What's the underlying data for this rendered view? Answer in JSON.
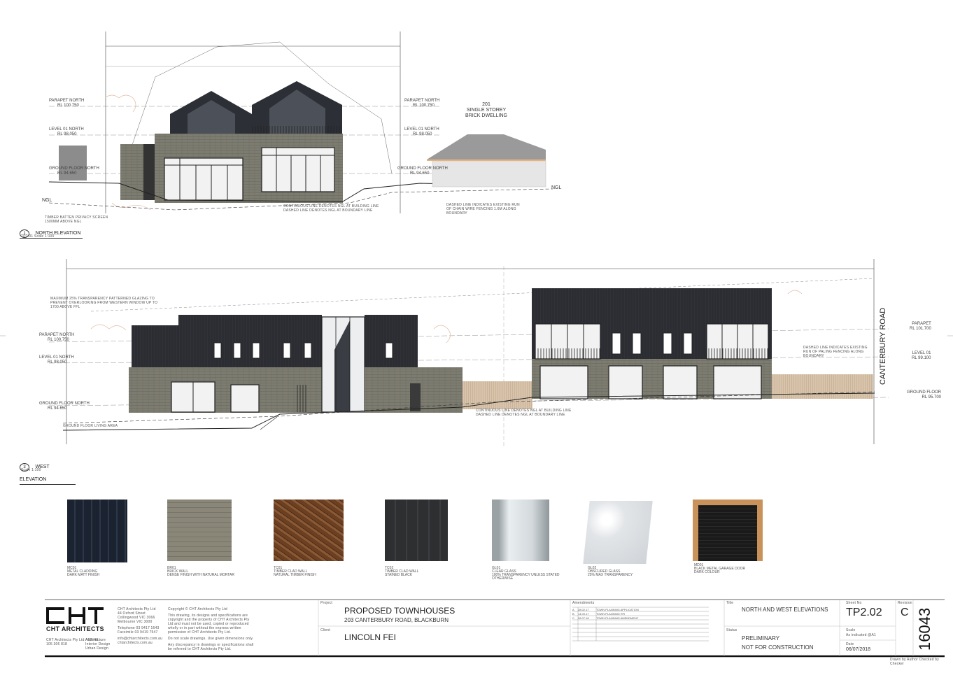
{
  "north_elevation": {
    "title": "NORTH ELEVATION",
    "number": "1",
    "scale": "TP2.01  Scale 1:100",
    "levels": [
      {
        "name": "PARAPET NORTH",
        "rl": "RL 100.750"
      },
      {
        "name": "LEVEL 01 NORTH",
        "rl": "RL 98.050"
      },
      {
        "name": "GROUND FLOOR NORTH",
        "rl": "RL 94.650"
      }
    ],
    "right_levels": [
      {
        "name": "PARAPET NORTH",
        "rl": "RL 100.750"
      },
      {
        "name": "LEVEL 01 NORTH",
        "rl": "RL 98.050"
      },
      {
        "name": "GROUND FLOOR NORTH",
        "rl": "RL 94.650"
      }
    ],
    "ngl": "NGL",
    "ngl_right": "NGL",
    "neighbour": {
      "number": "201",
      "line1": "SINGLE STOREY",
      "line2": "BRICK DWELLING"
    },
    "notes": [
      "CONTINUOUS LINE DENOTES NGL AT BUILDING LINE",
      "DASHED LINE DENOTES NGL AT BOUNDARY LINE"
    ],
    "notes_right": "DASHED LINE INDICATES EXISTING RUN OF CHAIN WIRE FENCING 1.6M ALONG BOUNDARY",
    "screen_note": "TIMBER BATTEN PRIVACY SCREEN 1500MM ABOVE NGL"
  },
  "west_elevation": {
    "title": "WEST ELEVATION",
    "number": "3",
    "scale": "Scale 1:100",
    "street": "CANTERBURY ROAD",
    "levels": [
      {
        "name": "PARAPET NORTH",
        "rl": "RL 100.750"
      },
      {
        "name": "LEVEL 01 NORTH",
        "rl": "RL 98.050"
      },
      {
        "name": "GROUND FLOOR NORTH",
        "rl": "RL 94.650"
      }
    ],
    "right_levels": [
      {
        "name": "PARAPET",
        "rl": "RL 101.700"
      },
      {
        "name": "LEVEL 01",
        "rl": "RL 99.100"
      },
      {
        "name": "GROUND FLOOR",
        "rl": "RL 95.700"
      }
    ],
    "notes_top": "MAXIMUM 25% TRANSPARENCY PATTERNED GLAZING TO PREVENT OVERLOOKING FROM WESTERN WINDOW UP TO 1700 ABOVE FFL",
    "ground_note": "GROUND FLOOR LIVING AREA",
    "notes": [
      "CONTINUOUS LINE DENOTES NGL AT BUILDING LINE",
      "DASHED LINE DENOTES NGL AT BOUNDARY LINE"
    ],
    "fence_note": "DASHED LINE INDICATES EXISTING RUN OF PALING FENCING ALONG BOUNDARY"
  },
  "materials": [
    {
      "code": "MC01",
      "line1": "METAL CLADDING",
      "line2": "DARK MATT FINISH",
      "color": "#1c2330"
    },
    {
      "code": "BR01",
      "line1": "BRICK WALL",
      "line2": "DENSE FINISH WITH NATURAL MORTAR",
      "color": "#8a8778"
    },
    {
      "code": "TC01",
      "line1": "TIMBER CLAD WALL",
      "line2": "NATURAL TIMBER FINISH",
      "color": "#6a3f22"
    },
    {
      "code": "TC02",
      "line1": "TIMBER CLAD WALL",
      "line2": "STAINED BLACK",
      "color": "#2e2f31"
    },
    {
      "code": "GL01",
      "line1": "CLEAR GLASS",
      "line2": "100% TRANSPARENCY UNLESS STATED OTHERWISE",
      "color": "#cfd5d8"
    },
    {
      "code": "GL02",
      "line1": "OBSCURED GLASS",
      "line2": "25% MAX TRANSPARENCY",
      "color": "#e2e5e8"
    },
    {
      "code": "MD01",
      "line1": "BLACK METAL GARAGE DOOR",
      "line2": "DARK COLOUR",
      "color": "#1a1a1a"
    }
  ],
  "title_block": {
    "firm": "CHT ARCHITECTS",
    "firm_legal": "CHT Architects Pty Ltd",
    "address1": "44 Oxford Street",
    "address2": "Collingwood VIC 3066",
    "address3": "Melbourne VIC 3000",
    "phone": "Telephone 03 9417 1643",
    "fax": "Facsimile 03 9419 7547",
    "email": "info@chtarchitects.com.au",
    "web": "chtarchitects.com.au",
    "abn": "CHT Architects Pty Ltd  ABN 48 105 306 818",
    "services1": "Architecture",
    "services2": "Interior Design",
    "services3": "Urban Design",
    "copyright_head": "Copyright © CHT Architects Pty Ltd",
    "copyright_body": "This drawing, its designs and specifications are copyright and the property of CHT Architects Pty Ltd and must not be used, copied or reproduced wholly or in part without the express written permission of CHT Architects Pty Ltd.",
    "scale_note": "Do not scale drawings. Use given dimensions only.",
    "discrepancy": "Any discrepancy in drawings or specifications shall be referred to CHT Architects Pty Ltd.",
    "project_label": "Project",
    "project": "PROPOSED TOWNHOUSES",
    "address": "203 CANTERBURY ROAD, BLACKBURN",
    "client_label": "Client",
    "client": "LINCOLN FEI",
    "amendments_label": "Amendments",
    "amendments": [
      {
        "no": "A",
        "date": "28.02.17",
        "desc": "TOWN PLANNING APPLICATION"
      },
      {
        "no": "B",
        "date": "14.09.17",
        "desc": "TOWN PLANNING RFI"
      },
      {
        "no": "C",
        "date": "06.07.18",
        "desc": "TOWN PLANNING AMENDMENT"
      }
    ],
    "title_label": "Title",
    "title": "NORTH AND WEST ELEVATIONS",
    "sheet_label": "Sheet No",
    "sheet": "TP2.02",
    "revision_label": "Revision",
    "revision": "C",
    "status_label": "Status",
    "status1": "PRELIMINARY",
    "status2": "NOT FOR CONSTRUCTION",
    "scale_label": "Scale",
    "scale": "As indicated @A1",
    "date_label": "Date",
    "date": "06/07/2018",
    "job": "16043",
    "drawn": "Drawn by Author  Checked by Checker"
  }
}
